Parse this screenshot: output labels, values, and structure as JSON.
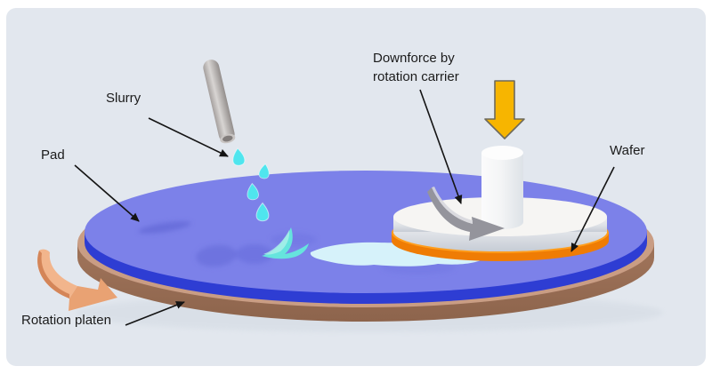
{
  "figure": {
    "labels": {
      "slurry": "Slurry",
      "pad": "Pad",
      "downforce_line1": "Downforce by",
      "downforce_line2": "rotation carrier",
      "wafer": "Wafer",
      "rotation_platen": "Rotation platen"
    },
    "colors": {
      "page": "#ffffff",
      "background_panel": "#e2e7ee",
      "pad_top": "#7c81e9",
      "pad_side": "#2e3dd3",
      "platen_top": "#c99d84",
      "platen_side": "#9c7157",
      "wafer_top": "#ff9d1c",
      "wafer_side": "#ef7c04",
      "carrier_top": "#f6f5f3",
      "shaft_top": "#fdfdfd",
      "slurry_drop": "#4fe5ee",
      "slurry_splash": "#66e4dd",
      "slurry_puddle": "#d6f2fa",
      "downforce_arrow": "#f7b500",
      "carrier_rotation_arrow": "#94949c",
      "platen_rotation_arrow": "#f2b58c",
      "label_text": "#1b1b1b",
      "leader_line": "#141414"
    }
  }
}
